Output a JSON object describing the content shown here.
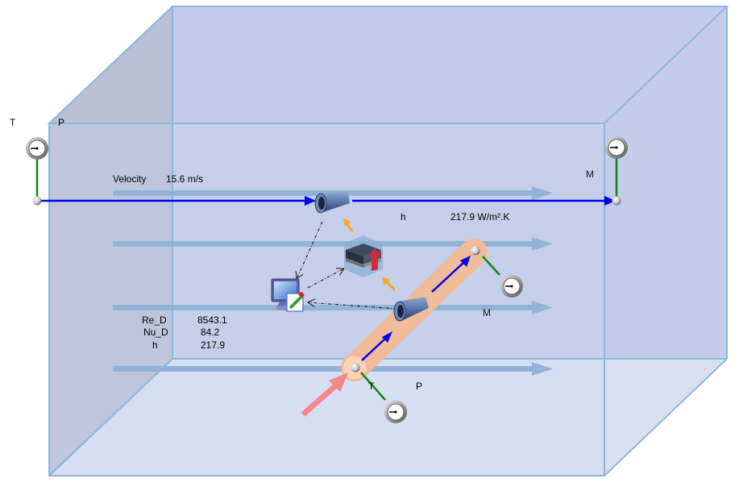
{
  "colors": {
    "box_edge": "#8fb6d9",
    "face_back": "#c3cde9",
    "face_left": "#b6bfd4",
    "face_floor": "#dae0f2",
    "face_front": "rgba(200,212,238,0.35)",
    "flow_arrow": "#93b4d8",
    "signal_line": "#0000ee",
    "sensor_stem": "#118811",
    "tube": "#f3c09f",
    "heat_arrow": "#f4888b",
    "orange_arrow": "#f7a81e"
  },
  "duct_inlet_sensor": {
    "labels": {
      "t": "T",
      "p": "P"
    }
  },
  "duct_outlet_sensor": {
    "labels": {
      "m": "M"
    }
  },
  "velocity_readout": {
    "label": "Velocity",
    "value": "15.6 m/s"
  },
  "heat_transfer_readout": {
    "label": "h",
    "value": "217.9 W/m².K"
  },
  "results_table": {
    "rows": [
      {
        "name": "Re_D",
        "value": "8543.1"
      },
      {
        "name": "Nu_D",
        "value": "84.2"
      },
      {
        "name": "h",
        "value": "217.9"
      }
    ]
  },
  "pipe_outlet_sensor": {
    "labels": {
      "m": "M"
    }
  },
  "pipe_inlet_sensor": {
    "labels": {
      "t": "T",
      "p": "P"
    }
  },
  "icons": {
    "sensor_gauge": "gauge-icon",
    "flow_meter": "flow-meter-icon",
    "computer": "computer-icon",
    "heat_exchanger_block": "heat-block-icon",
    "node": "connection-node-icon"
  }
}
